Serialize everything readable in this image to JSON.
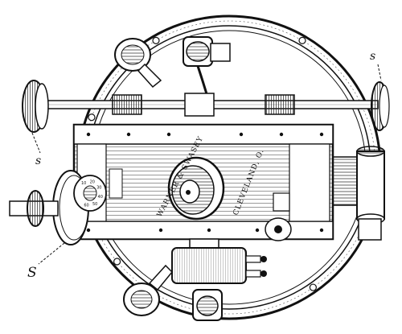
{
  "labels": {
    "left_wheel": "s",
    "right_wheel": "s",
    "lower_left": "S"
  },
  "engraving": {
    "maker": "WARNER & SWASEY",
    "city": "CLEVELAND, O."
  },
  "dial": {
    "numbers": [
      "10",
      "20",
      "30",
      "40",
      "50",
      "60"
    ]
  },
  "colors": {
    "ink": "#111111",
    "paper": "#ffffff"
  }
}
